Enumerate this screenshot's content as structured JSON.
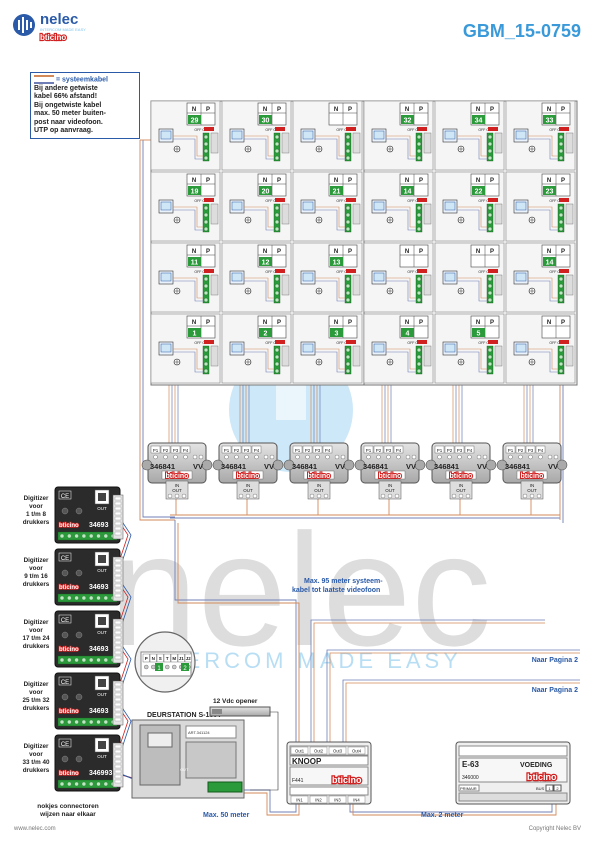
{
  "header": {
    "brand_name": "nelec",
    "brand_tagline": "INTERCOM MADE EASY",
    "brand_sub": "bticino",
    "doc_code": "GBM_15-0759"
  },
  "legend": {
    "title": "= systeemkabel",
    "lines": [
      "Bij andere getwiste",
      "kabel 66% afstand!",
      "Bij ongetwiste kabel",
      "max. 50 meter buiten-",
      "post naar videofoon.",
      "UTP op aanvraag."
    ]
  },
  "units": {
    "terminal_n": "N",
    "terminal_p": "P",
    "switch_label": "OFF ON",
    "columns": [
      [
        "29",
        "19",
        "11",
        "1"
      ],
      [
        "30",
        "20",
        "12",
        "2"
      ],
      [
        "",
        "21",
        "13",
        "3"
      ],
      [
        "32",
        "14",
        "",
        "4"
      ],
      [
        "34",
        "22",
        "",
        "5"
      ],
      [
        "33",
        "23",
        "14",
        ""
      ]
    ]
  },
  "distributors": {
    "model": "346841",
    "ports": [
      "P1",
      "P2",
      "P3",
      "P4"
    ],
    "vv": "VV",
    "in_label": "IN",
    "out_label": "OUT",
    "brand": "bticino",
    "count": 6
  },
  "digitizers": {
    "model": "34693",
    "model_last": "346993",
    "labels": [
      "Digitizer voor 1 t/m 8 drukkers",
      "Digitizer voor 9 t/m 16 drukkers",
      "Digitizer voor 17 t/m 24 drukkers",
      "Digitizer voor 25 t/m 32 drukkers",
      "Digitizer voor 33 t/m 40 drukkers"
    ],
    "note_lines": [
      "nokjes connectoren",
      "wijzen naar elkaar"
    ]
  },
  "deurstation": {
    "label": "DEURSTATION S-130V",
    "inset_terminals": [
      "P",
      "N",
      "S",
      "T",
      "M",
      "J1",
      "J2"
    ],
    "inset_digits": [
      "1",
      "2"
    ],
    "model": "ART.341124",
    "out_label": "OUT"
  },
  "opener": {
    "label": "12 Vdc opener"
  },
  "knoop": {
    "title": "KNOOP",
    "model": "F441",
    "brand": "bticino",
    "outs": [
      "Out1",
      "Out2",
      "Out3",
      "Out4"
    ],
    "ins": [
      "IN1",
      "IN2",
      "IN3",
      "IN4"
    ]
  },
  "voeding": {
    "title": "E-63",
    "subtitle": "VOEDING",
    "model": "346000",
    "brand": "bticino",
    "left_label": "PRIMAIR",
    "right_label": "BUS",
    "bus_terms": [
      "1",
      "2"
    ]
  },
  "notes": {
    "max95_line1": "Max. 95 meter systeem-",
    "max95_line2": "kabel tot laatste videofoon",
    "naar1": "Naar Pagina 2",
    "naar2": "Naar Pagina 2",
    "max50": "Max. 50 meter",
    "max2": "Max. 2 meter"
  },
  "footer": {
    "website": "www.nelec.com",
    "copyright": "Copyright Nelec BV"
  },
  "colors": {
    "blue": "#2a5aa8",
    "green": "#2a9a3a",
    "cable_orange": "#d28a5a",
    "cable_blue": "#6f7fb6",
    "red": "#d02020"
  }
}
